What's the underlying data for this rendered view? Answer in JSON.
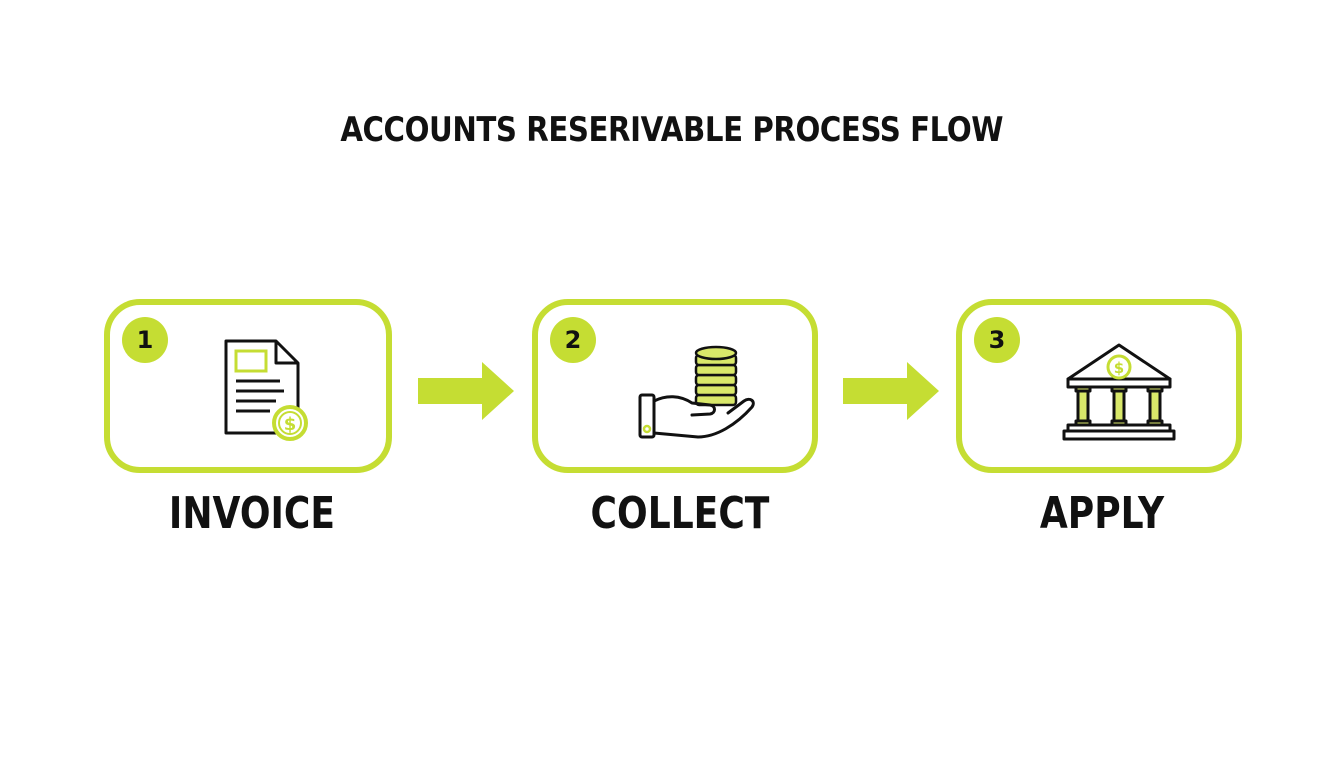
{
  "title": "ACCOUNTS RESERIVABLE PROCESS FLOW",
  "colors": {
    "accent": "#c5dd33",
    "ink": "#111111",
    "background": "#ffffff"
  },
  "steps": [
    {
      "number": "1",
      "label": "INVOICE",
      "icon": "invoice-document-icon"
    },
    {
      "number": "2",
      "label": "COLLECT",
      "icon": "hand-coins-icon"
    },
    {
      "number": "3",
      "label": "APPLY",
      "icon": "bank-icon"
    }
  ],
  "flow": [
    {
      "from": "1",
      "to": "2"
    },
    {
      "from": "2",
      "to": "3"
    }
  ]
}
